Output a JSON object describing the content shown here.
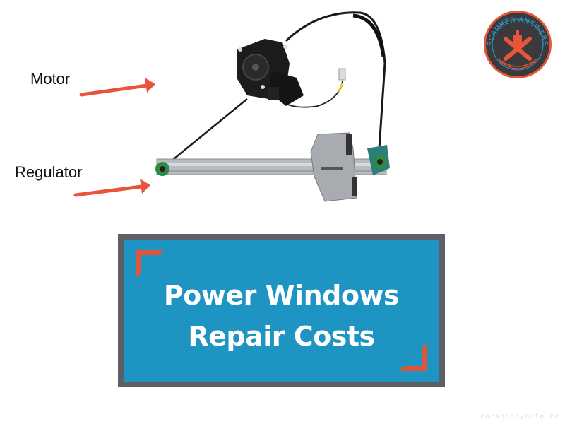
{
  "labels": {
    "motor": "Motor",
    "regulator": "Regulator"
  },
  "banner": {
    "line1": "Power Windows",
    "line2": "Repair Costs"
  },
  "logo": {
    "text": "SCANNER ANSWERS",
    "icon": "crossed-wrenches-scanner-icon"
  },
  "watermark": "carspeedyauto.cc",
  "colors": {
    "accent": "#e8553a",
    "banner_bg": "#1e94c2",
    "banner_border": "#5c5f66",
    "logo_ring": "#e8553a",
    "logo_bg": "#3a3a3c",
    "logo_text": "#2b9fd0"
  }
}
